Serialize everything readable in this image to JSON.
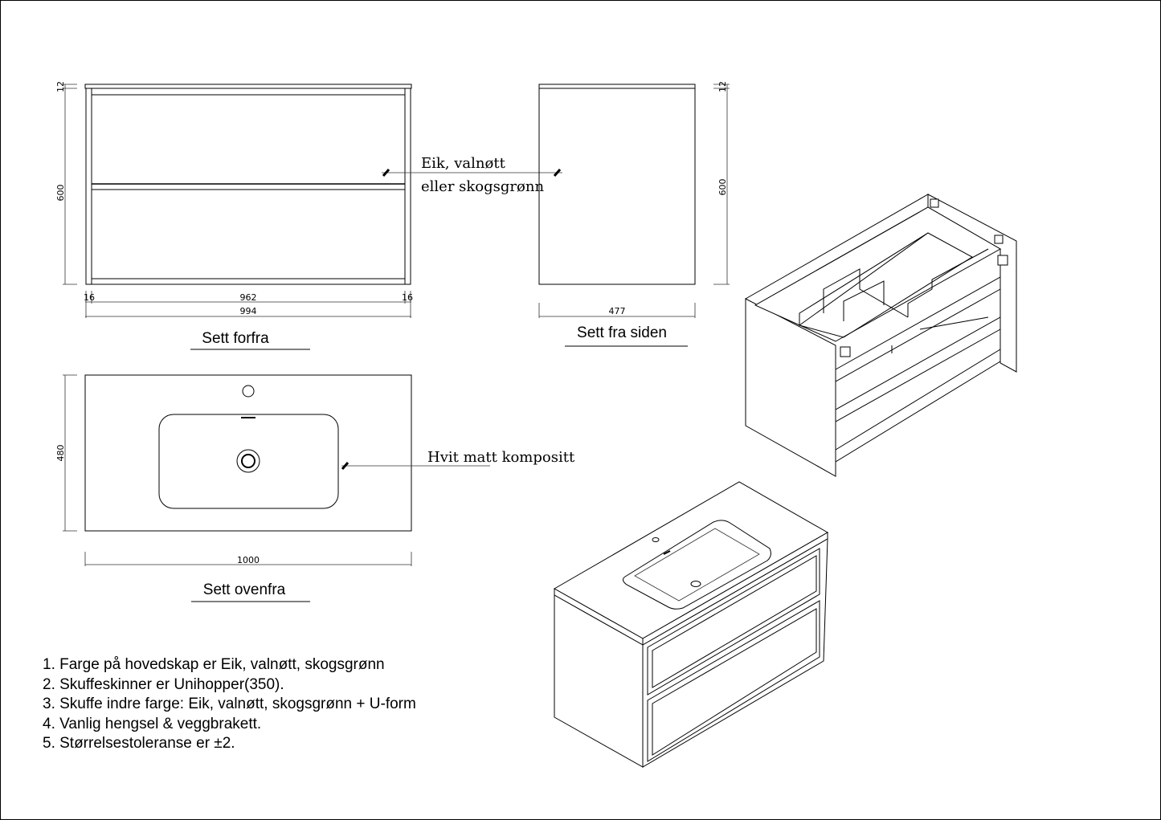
{
  "front_view": {
    "title": "Sett forfra",
    "dim_height": "600",
    "dim_top": "12",
    "dim_inner_width": "962",
    "dim_total_width": "994",
    "dim_left": "16",
    "dim_right": "16"
  },
  "side_view": {
    "title": "Sett fra siden",
    "dim_depth": "477",
    "dim_height": "600",
    "dim_top": "12"
  },
  "material_callout": {
    "line1": "Eik, valnøtt",
    "line2": "eller skogsgrønn"
  },
  "top_view": {
    "title": "Sett ovenfra",
    "dim_width": "1000",
    "dim_depth": "480",
    "callout": "Hvit matt kompositt"
  },
  "notes": [
    "1. Farge på hovedskap er Eik, valnøtt, skogsgrønn",
    "2. Skuffeskinner er Unihopper(350).",
    "3. Skuffe indre farge: Eik, valnøtt, skogsgrønn + U-form",
    "4. Vanlig hengsel & veggbrakett.",
    "5. Størrelsestoleranse er ±2."
  ]
}
